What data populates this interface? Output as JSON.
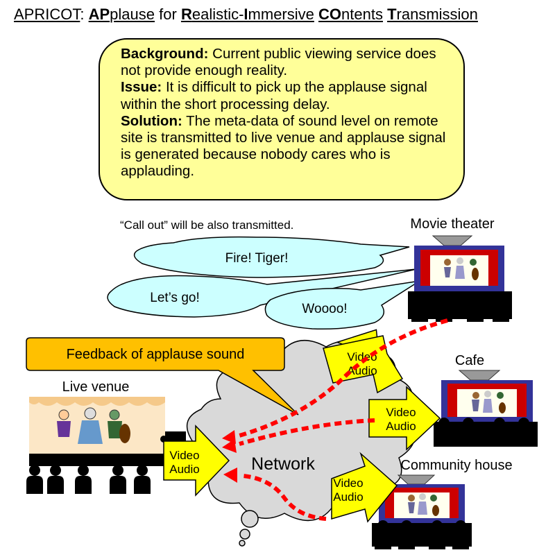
{
  "title": {
    "prefix": "APRICOT",
    "colon": ":",
    "w1_hi": "AP",
    "w1_rest": "plause",
    "for": "for",
    "w2_hi": "R",
    "w2_rest": "ealistic-",
    "w3_hi": "I",
    "w3_rest": "mmersive",
    "w4_hi": "CO",
    "w4_rest": "ntents",
    "w5_hi": "T",
    "w5_rest": "ransmission"
  },
  "summary": {
    "background_label": "Background:",
    "background_text": "Current public viewing service does not provide enough reality.",
    "issue_label": "Issue:",
    "issue_text": "It is difficult to pick up the applause signal within the short processing delay.",
    "solution_label": "Solution:",
    "solution_text": "The meta-data of sound level on remote site is transmitted to live venue and applause signal is generated because nobody cares who is applauding."
  },
  "callout_note": "“Call out” will be also transmitted.",
  "bubbles": {
    "fire": "Fire! Tiger!",
    "letsgo": "Let’s go!",
    "woooo": "Woooo!"
  },
  "feedback": "Feedback of applause sound",
  "venues": {
    "movie": "Movie theater",
    "cafe": "Cafe",
    "live": "Live venue",
    "community": "Community house"
  },
  "network": "Network",
  "arrow_labels": {
    "video": "Video",
    "audio": "Audio"
  },
  "colors": {
    "box_fill": "#ffff99",
    "bubble_fill": "#ccffff",
    "callout_fill": "#ffc000",
    "arrow_fill": "#ffff00",
    "cloud_fill": "#d9d9d9",
    "dash_red": "#ff0000"
  }
}
